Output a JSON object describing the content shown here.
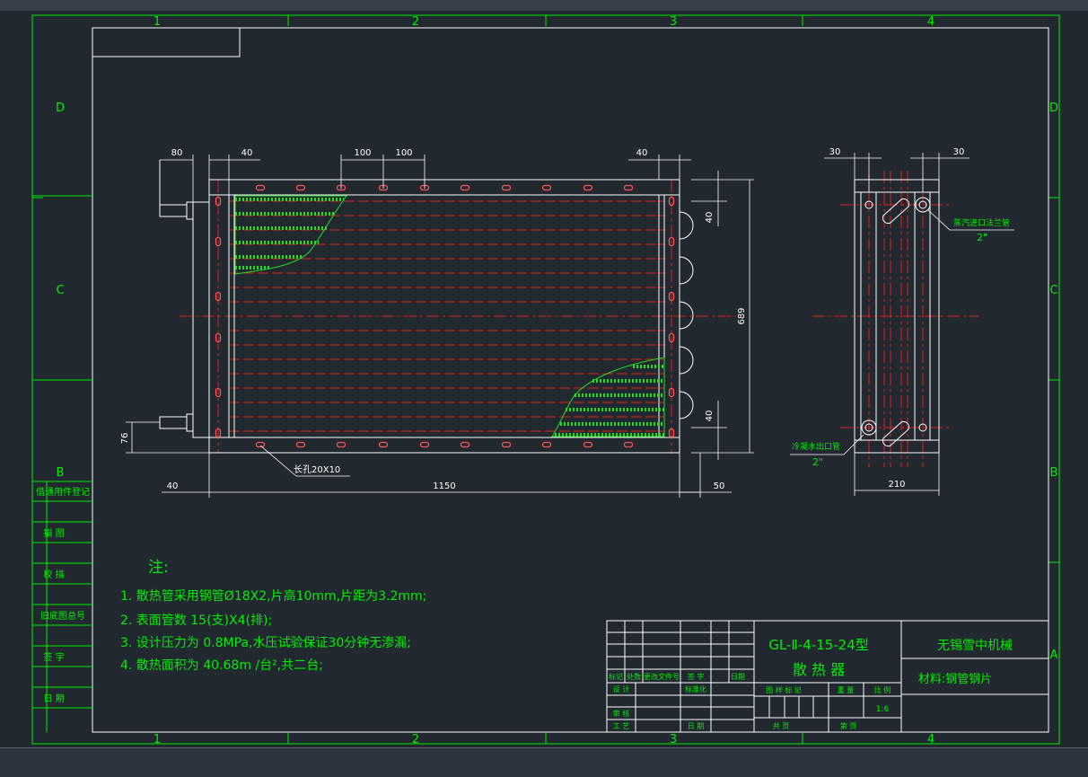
{
  "drawing": {
    "col_labels": [
      "1",
      "2",
      "3",
      "4"
    ],
    "row_labels": [
      "D",
      "C",
      "B",
      "A"
    ],
    "left_strip": [
      "借通用件登记",
      "描 图",
      "校 描",
      "旧底图总号",
      "签 字",
      "日 期"
    ],
    "dims": {
      "d80": "80",
      "d40a": "40",
      "d100a": "100",
      "d100b": "100",
      "d40b": "40",
      "d40c": "40",
      "d40d": "40",
      "d689": "689",
      "d76": "76",
      "d40e": "40",
      "d1150": "1150",
      "d50": "50",
      "d30a": "30",
      "d30b": "30",
      "d210": "210"
    },
    "callouts": {
      "hole": "长孔20X10",
      "steam_in": "蒸汽进口法兰管",
      "steam_in_size": "2\"",
      "cond_out": "冷凝水出口管",
      "cond_out_size": "2\""
    },
    "notes": {
      "heading": "注:",
      "items": [
        "1. 散热管采用钢管Ø18X2,片高10mm,片距为3.2mm;",
        "2. 表面管数 15(支)X4(排);",
        "3. 设计压力为 0.8MPa,水压试验保证30分钟无渗漏;",
        "4. 散热面积为 40.68m  /台²,共二台;"
      ]
    },
    "title_block": {
      "model": "GL-Ⅱ-4-15-24型",
      "name": "散 热 器",
      "company": "无锡雪中机械",
      "material": "材料:钢管钢片",
      "scale_value": "1:6",
      "headers": [
        "标记",
        "处数",
        "更改文件号",
        "签 字",
        "日期"
      ],
      "roles": [
        "设 计",
        "标准化",
        "审 核",
        "工 艺",
        "日 期"
      ],
      "info_labels": [
        "图 样 标 记",
        "重 量",
        "比 例"
      ],
      "sheet_labels": [
        "共 页",
        "第 页"
      ]
    }
  },
  "colors": {
    "background": "#212830",
    "frame": "#00ee00",
    "part": "#ffffff",
    "center_line": "#e02020",
    "hatch": "#22dd22",
    "hole": "#ff5555"
  }
}
